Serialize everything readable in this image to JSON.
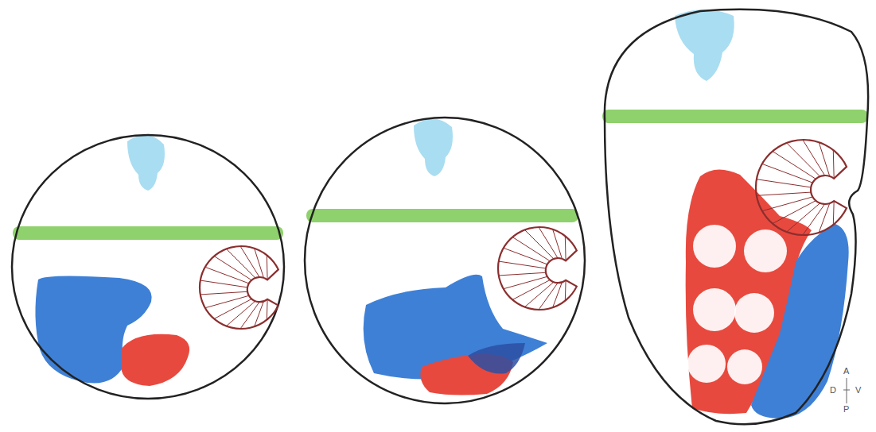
{
  "diagram": {
    "labels": [
      "A",
      "D",
      "V",
      "P"
    ]
  }
}
